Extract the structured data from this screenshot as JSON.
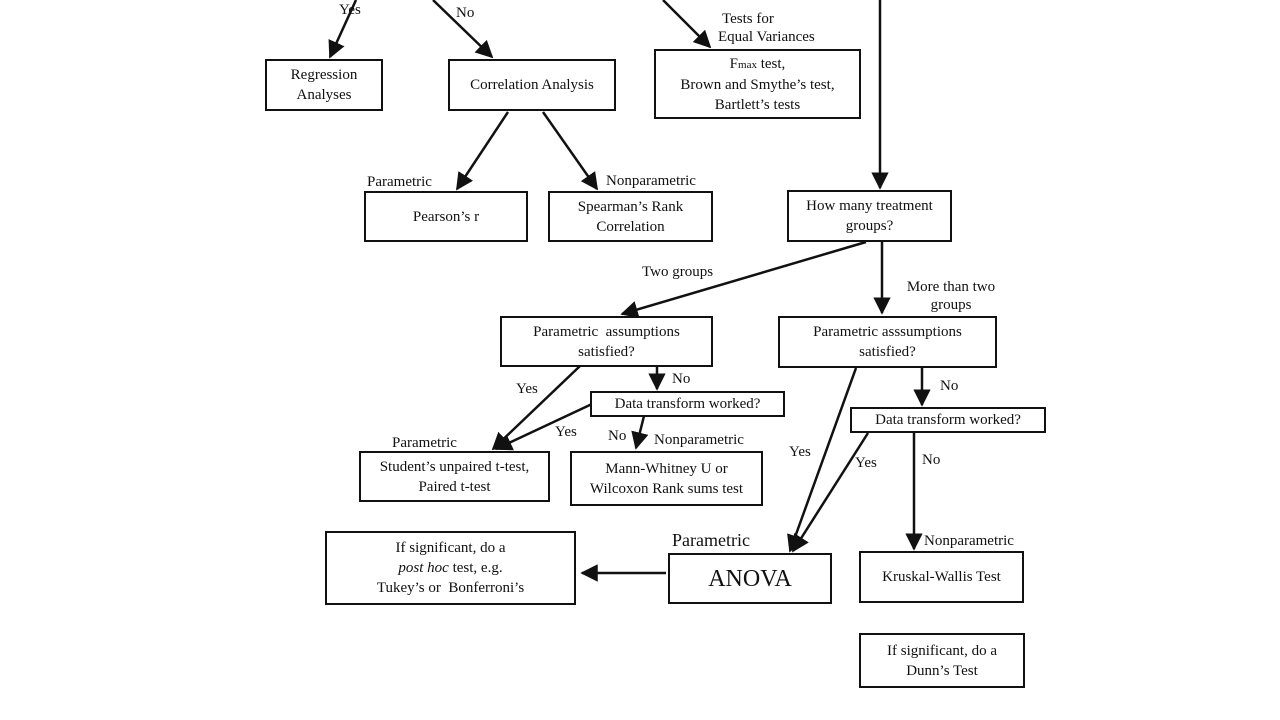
{
  "boxes": {
    "regression": [
      "Regression",
      "Analyses"
    ],
    "correlation": [
      "Correlation Analysis"
    ],
    "variance_tests": {
      "fmax_main": "F",
      "fmax_sub": "max",
      "fmax_rest": " test,",
      "line2": "Brown and Smythe’s test,",
      "line3": "Bartlett’s tests"
    },
    "pearson": [
      "Pearson’s r"
    ],
    "spearman": [
      "Spearman’s Rank",
      "Correlation"
    ],
    "treatment_groups": [
      "How many treatment",
      "groups?"
    ],
    "param_two": [
      "Parametric  assumptions",
      "satisfied?"
    ],
    "param_more": [
      "Parametric asssumptions",
      "satisfied?"
    ],
    "transform_two": [
      "Data transform worked?"
    ],
    "transform_more": [
      "Data transform worked?"
    ],
    "ttest": [
      "Student’s unpaired t-test,",
      "Paired t-test"
    ],
    "mann_whitney": [
      "Mann-Whitney U or",
      "Wilcoxon Rank sums test"
    ],
    "posthoc": {
      "line1": "If significant, do a",
      "line2_em": "post hoc",
      "line2_rest": " test, e.g.",
      "line3": "Tukey’s or  Bonferroni’s"
    },
    "anova": [
      "ANOVA"
    ],
    "kruskal": [
      "Kruskal-Wallis Test"
    ],
    "dunn": [
      "If significant, do a",
      "Dunn’s Test"
    ]
  },
  "labels": {
    "yes_top": "Yes",
    "no_top": "No",
    "equal_var": [
      "Tests for",
      "Equal Variances"
    ],
    "parametric_pearson": "Parametric",
    "nonparametric_spearman": "Nonparametric",
    "two_groups": "Two groups",
    "more_groups": [
      "More than two",
      "groups"
    ],
    "yes_two": "Yes",
    "no_two": "No",
    "yes_transform_two": "Yes",
    "no_transform_two": "No",
    "nonparametric_mw": "Nonparametric",
    "parametric_ttest": "Parametric",
    "no_more": "No",
    "yes_more": "Yes",
    "yes_transform_more": "Yes",
    "no_transform_more": "No",
    "parametric_anova": "Parametric",
    "nonparametric_kw": "Nonparametric"
  }
}
